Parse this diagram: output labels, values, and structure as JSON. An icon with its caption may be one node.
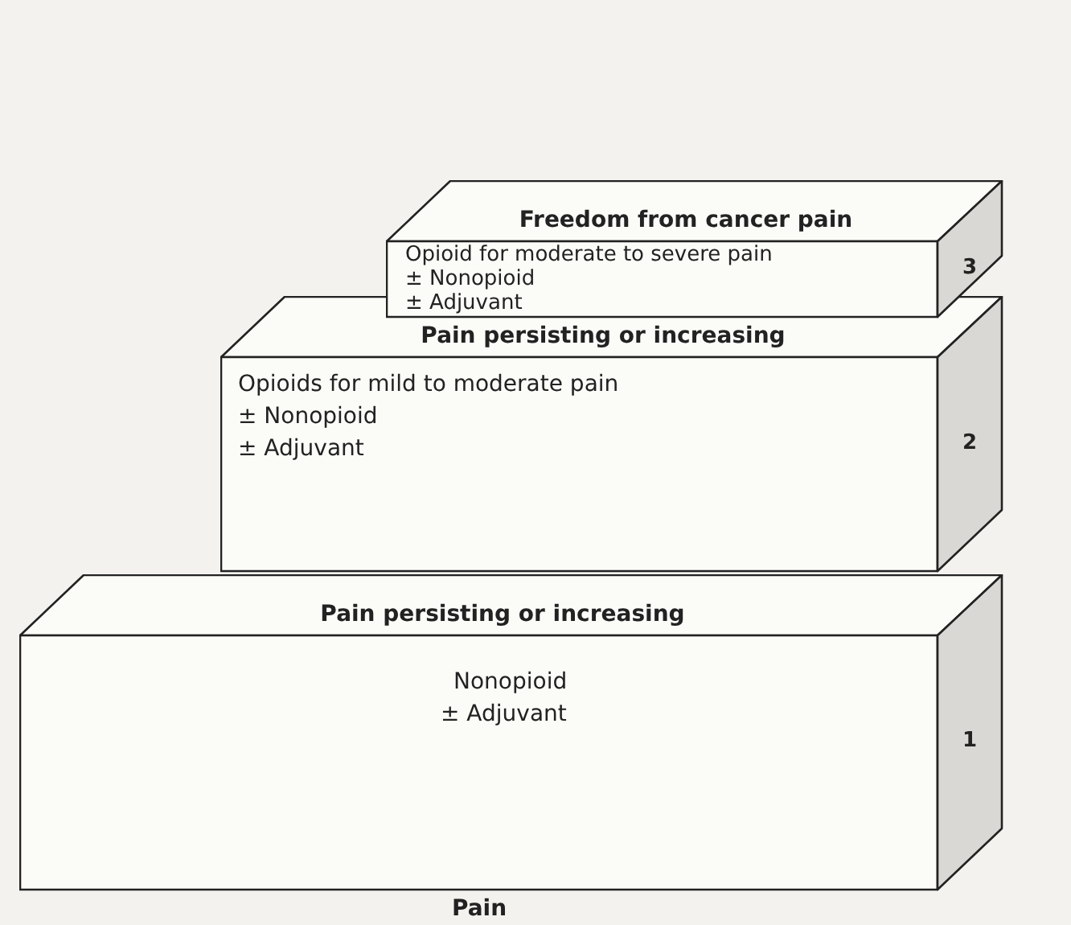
{
  "diagram": {
    "nodes": [
      {
        "text": [
          "Freedom from cancer pain",
          "Opioid for moderate to severe pain",
          "± Nonopioid",
          "± Adjuvant",
          "3"
        ]
      },
      {
        "text": [
          "Pain persisting or increasing",
          "Opioids for mild to moderate pain",
          "± Nonopioid",
          "± Adjuvant",
          "2"
        ]
      },
      {
        "text": [
          "Pain persisting or increasing",
          "Nonopioid",
          "± Adjuvant",
          "1"
        ]
      }
    ],
    "labels": [
      "Pain"
    ]
  }
}
